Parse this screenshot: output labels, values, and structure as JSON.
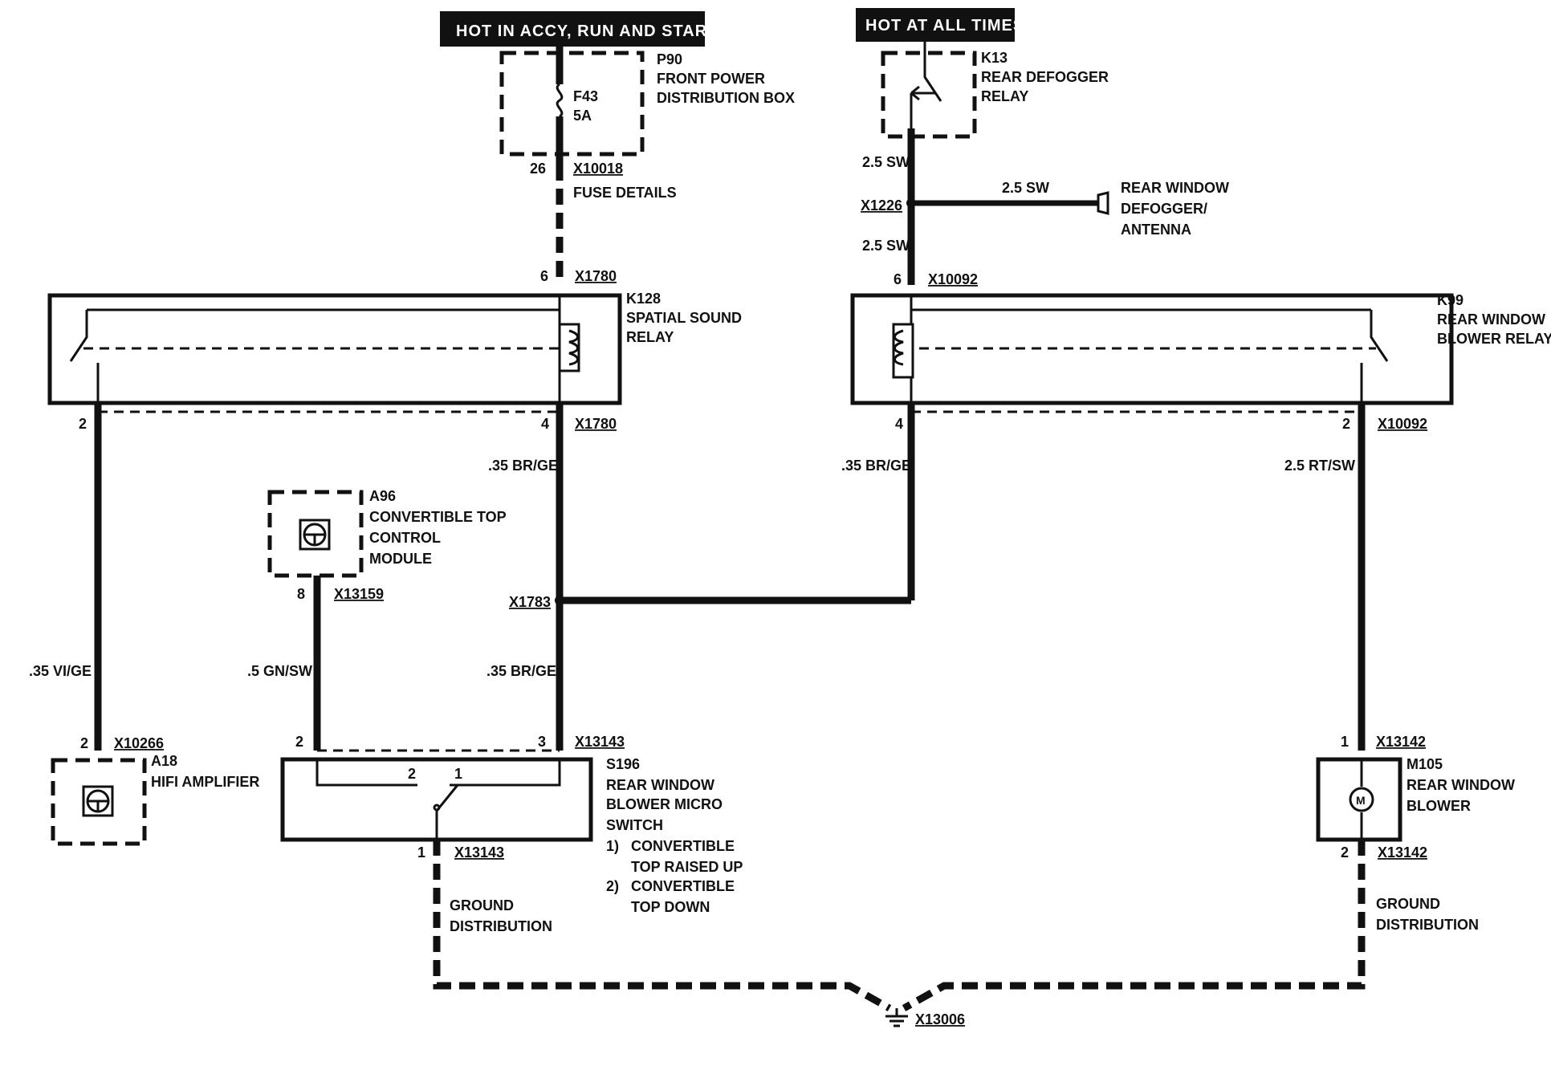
{
  "supplies": {
    "left": "HOT IN ACCY, RUN AND  START",
    "right": "HOT AT ALL TIMES"
  },
  "components": {
    "p90": {
      "id": "P90",
      "line1": "FRONT POWER",
      "line2": "DISTRIBUTION BOX"
    },
    "f43": {
      "id": "F43",
      "rating": "5A"
    },
    "k13": {
      "id": "K13",
      "line1": "REAR DEFOGGER",
      "line2": "RELAY"
    },
    "defog": {
      "line1": "REAR WINDOW",
      "line2": "DEFOGGER/",
      "line3": "ANTENNA"
    },
    "k128": {
      "id": "K128",
      "line1": "SPATIAL SOUND",
      "line2": "RELAY"
    },
    "k99": {
      "id": "K99",
      "line1": "REAR WINDOW",
      "line2": "BLOWER RELAY"
    },
    "a96": {
      "id": "A96",
      "line1": "CONVERTIBLE TOP",
      "line2": "CONTROL",
      "line3": "MODULE"
    },
    "a18": {
      "id": "A18",
      "line1": "HIFI AMPLIFIER"
    },
    "s196": {
      "id": "S196",
      "line1": "REAR WINDOW",
      "line2": "BLOWER MICRO",
      "line3": "SWITCH",
      "note1_num": "1)",
      "note1_a": "CONVERTIBLE",
      "note1_b": "TOP RAISED UP",
      "note2_num": "2)",
      "note2_a": "CONVERTIBLE",
      "note2_b": "TOP DOWN",
      "pos1": "1",
      "pos2": "2"
    },
    "m105": {
      "id": "M105",
      "line1": "REAR WINDOW",
      "line2": "BLOWER"
    },
    "fuse_details": "FUSE DETAILS",
    "ground_left": {
      "line1": "GROUND",
      "line2": "DISTRIBUTION"
    },
    "ground_right": {
      "line1": "GROUND",
      "line2": "DISTRIBUTION"
    }
  },
  "connectors": {
    "x10018": "X10018",
    "x1780_top": "X1780",
    "x1780_bot": "X1780",
    "x1226": "X1226",
    "x10092_top": "X10092",
    "x10092_bot": "X10092",
    "x13159": "X13159",
    "x1783": "X1783",
    "x10266": "X10266",
    "x13143_top": "X13143",
    "x13143_bot": "X13143",
    "x13142_top": "X13142",
    "x13142_bot": "X13142",
    "x13006": "X13006"
  },
  "pins": {
    "p26": "26",
    "p6_k128": "6",
    "p6_k99": "6",
    "p2_k128": "2",
    "p4_k128": "4",
    "p4_k99": "4",
    "p2_k99": "2",
    "p8_a96": "8",
    "p2_a18": "2",
    "p2_s196": "2",
    "p3_s196": "3",
    "p1_s196": "1",
    "p1_m105": "1",
    "p2_m105": "2"
  },
  "wires": {
    "sw_k13": "2.5 SW",
    "sw_defog": "2.5 SW",
    "sw_x1226": "2.5 SW",
    "brge_k128": ".35 BR/GE",
    "brge_k99": ".35 BR/GE",
    "rtsw": "2.5 RT/SW",
    "vige": ".35 VI/GE",
    "gnsw": ".5 GN/SW",
    "brge_s196": ".35 BR/GE"
  }
}
